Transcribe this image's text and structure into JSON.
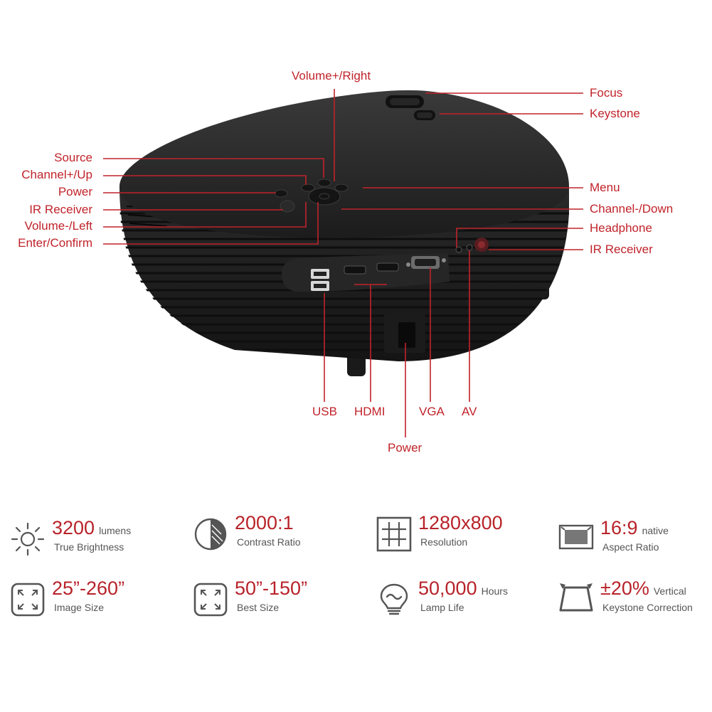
{
  "callouts_left": [
    {
      "id": "source",
      "label": "Source"
    },
    {
      "id": "channel-up",
      "label": "Channel+/Up"
    },
    {
      "id": "power-btn",
      "label": "Power"
    },
    {
      "id": "ir-receiver-top",
      "label": "IR Receiver"
    },
    {
      "id": "volume-left",
      "label": "Volume-/Left"
    },
    {
      "id": "enter-confirm",
      "label": "Enter/Confirm"
    }
  ],
  "callouts_right": [
    {
      "id": "focus",
      "label": "Focus"
    },
    {
      "id": "keystone",
      "label": "Keystone"
    },
    {
      "id": "menu",
      "label": "Menu"
    },
    {
      "id": "channel-down",
      "label": "Channel-/Down"
    },
    {
      "id": "headphone",
      "label": "Headphone"
    },
    {
      "id": "ir-receiver-front",
      "label": "IR Receiver"
    }
  ],
  "callout_top": {
    "label": "Volume+/Right"
  },
  "callouts_bottom": [
    {
      "id": "usb",
      "label": "USB"
    },
    {
      "id": "hdmi",
      "label": "HDMI"
    },
    {
      "id": "vga",
      "label": "VGA"
    },
    {
      "id": "av",
      "label": "AV"
    },
    {
      "id": "power-port",
      "label": "Power"
    }
  ],
  "specs": [
    {
      "icon": "sun-icon",
      "value": "3200",
      "unit": "lumens",
      "caption": "True Brightness"
    },
    {
      "icon": "contrast-icon",
      "value": "2000:1",
      "unit": "",
      "caption": "Contrast Ratio"
    },
    {
      "icon": "grid-icon",
      "value": "1280x800",
      "unit": "",
      "caption": "Resolution"
    },
    {
      "icon": "aspect-screen-icon",
      "value": "16:9",
      "unit": "native",
      "caption": "Aspect Ratio"
    },
    {
      "icon": "expand-icon",
      "value": "25”-260”",
      "unit": "",
      "caption": "Image Size"
    },
    {
      "icon": "expand-icon",
      "value": "50”-150”",
      "unit": "",
      "caption": "Best Size"
    },
    {
      "icon": "lamp-icon",
      "value": "50,000",
      "unit": "Hours",
      "caption": "Lamp Life"
    },
    {
      "icon": "keystone-icon",
      "value": "±20%",
      "unit": "Vertical",
      "caption": "Keystone Correction"
    }
  ],
  "colors": {
    "accent": "#c0232a",
    "body": "#2a2a2a",
    "icon": "#555555"
  }
}
